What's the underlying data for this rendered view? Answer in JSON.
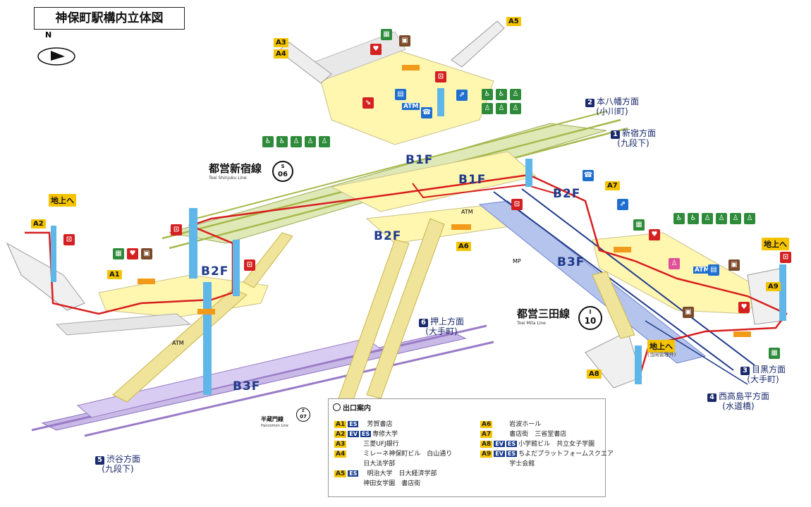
{
  "title": "神保町駅構内立体図",
  "compass": "N",
  "floors": {
    "b1f_left": "B1F",
    "b1f_right": "B1F",
    "b2f_center": "B2F",
    "b2f_left": "B2F",
    "b2f_right": "B2F",
    "b3f_left": "B3F",
    "b3f_right": "B3F"
  },
  "exits": {
    "a1": "A1",
    "a2": "A2",
    "a3": "A3",
    "a4": "A4",
    "a5": "A5",
    "a6": "A6",
    "a7": "A7",
    "a8": "A8",
    "a9": "A9"
  },
  "ground_labels": {
    "left": "地上へ",
    "right": "地上へ",
    "right_bottom": "地上へ",
    "right_bottom_note": "(当同管理外)"
  },
  "lines": {
    "shinjuku": {
      "jp": "都営新宿線",
      "en": "Toei Shinjuku Line",
      "code_letter": "S",
      "code_num": "06"
    },
    "mita": {
      "jp": "都営三田線",
      "en": "Toei Mita Line",
      "code_letter": "I",
      "code_num": "10"
    },
    "hanzomon": {
      "jp": "半蔵門線",
      "en": "Hanzomon Line",
      "code_letter": "Z",
      "code_num": "07"
    }
  },
  "directions": {
    "d1": {
      "num": "1",
      "main": "新宿方面",
      "sub": "(九段下)"
    },
    "d2": {
      "num": "2",
      "main": "本八幡方面",
      "sub": "(小川町)"
    },
    "d3": {
      "num": "3",
      "main": "目黒方面",
      "sub": "(大手町)"
    },
    "d4": {
      "num": "4",
      "main": "西高島平方面",
      "sub": "(水道橋)"
    },
    "d5": {
      "num": "5",
      "main": "渋谷方面",
      "sub": "(九段下)"
    },
    "d6": {
      "num": "6",
      "main": "押上方面",
      "sub": "(大手町)"
    }
  },
  "misc_labels": {
    "atm": "ATM",
    "mp": "MP"
  },
  "legend": {
    "heading": "出口案内",
    "left": [
      {
        "exit": "A1",
        "badges": [
          "ES"
        ],
        "text": "芳賀書店"
      },
      {
        "exit": "A2",
        "badges": [
          "EV",
          "ES"
        ],
        "text": "専修大学"
      },
      {
        "exit": "A3",
        "badges": [],
        "text": "三菱UFJ銀行"
      },
      {
        "exit": "A4",
        "badges": [],
        "text": "ミレーネ神保町ビル　白山通り"
      },
      {
        "exit": "",
        "badges": [],
        "text": "日大法学部"
      },
      {
        "exit": "A5",
        "badges": [
          "ES"
        ],
        "text": "明治大学　日大経済学部"
      },
      {
        "exit": "",
        "badges": [],
        "text": "神田女学園　書店街"
      }
    ],
    "right": [
      {
        "exit": "A6",
        "badges": [],
        "text": "岩波ホール"
      },
      {
        "exit": "A7",
        "badges": [],
        "text": "書店街　三省堂書店"
      },
      {
        "exit": "A8",
        "badges": [
          "EV",
          "ES"
        ],
        "text": "小学館ビル　共立女子学園"
      },
      {
        "exit": "A9",
        "badges": [
          "EV",
          "ES"
        ],
        "text": "ちよだプラットフォームスクエア"
      },
      {
        "exit": "",
        "badges": [],
        "text": "学士会館"
      }
    ]
  },
  "colors": {
    "platform_green": "#dfe9b8",
    "concourse_yellow": "#fff6b0",
    "mita_blue": "#b5c4ec",
    "hanzomon_purple": "#9a7bc7",
    "route_red": "#d81e1e",
    "exit_yellow": "#f5c400",
    "elevator_blue": "#5fb6e8"
  }
}
